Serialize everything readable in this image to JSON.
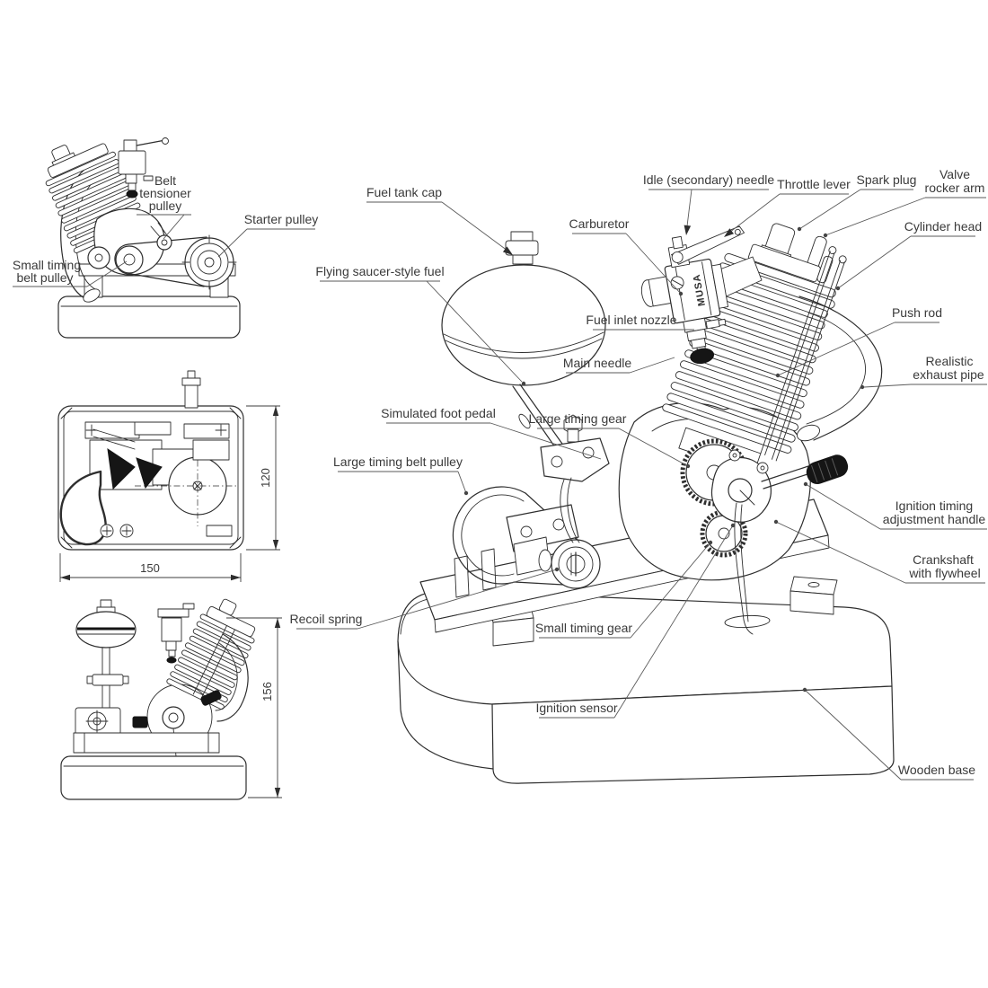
{
  "colors": {
    "background": "#ffffff",
    "line_ink": "#2e2e2e",
    "leader_line": "#5a5a5a",
    "label_text": "#3a3a3a",
    "dark_fill": "#151515"
  },
  "brand": "MUSA",
  "dimensions": {
    "top_view_width": "150",
    "top_view_height": "120",
    "front_view_height": "156"
  },
  "labels": {
    "side_view": {
      "belt_tensioner_pulley": [
        "Belt",
        "tensioner",
        "pulley"
      ],
      "starter_pulley": "Starter pulley",
      "small_timing_belt_pulley": [
        "Small timing",
        "belt pulley"
      ]
    },
    "main_view": {
      "fuel_tank_cap": "Fuel tank cap",
      "idle_secondary_needle": "Idle (secondary) needle",
      "throttle_lever": "Throttle lever",
      "spark_plug": "Spark plug",
      "valve_rocker_arm": [
        "Valve",
        "rocker arm"
      ],
      "cylinder_head": "Cylinder head",
      "carburetor": "Carburetor",
      "flying_saucer_fuel": "Flying saucer-style fuel",
      "fuel_inlet_nozzle": "Fuel inlet nozzle",
      "main_needle": "Main needle",
      "push_rod": "Push rod",
      "realistic_exhaust_pipe": [
        "Realistic",
        "exhaust pipe"
      ],
      "simulated_foot_pedal": "Simulated foot pedal",
      "large_timing_gear": "Large timing gear",
      "large_timing_belt_pulley": "Large timing belt pulley",
      "ignition_timing_adjustment_handle": [
        "Ignition timing",
        "adjustment handle"
      ],
      "crankshaft_with_flywheel": [
        "Crankshaft",
        "with flywheel"
      ],
      "recoil_spring": "Recoil spring",
      "small_timing_gear": "Small timing gear",
      "ignition_sensor": "Ignition sensor",
      "wooden_base": "Wooden base"
    }
  }
}
